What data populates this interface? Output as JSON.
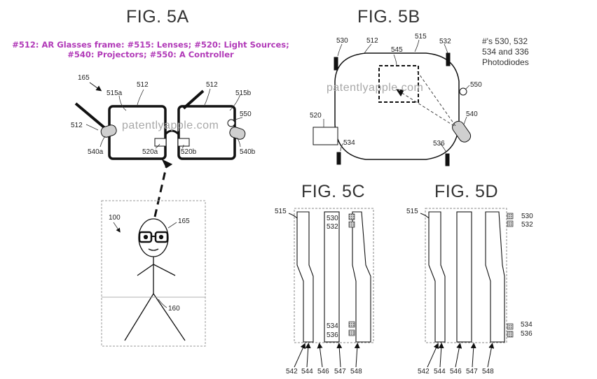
{
  "figures": {
    "fig5a": {
      "title": "FIG. 5A",
      "caption_line1": "#512: AR Glasses frame: #515: Lenses; #520: Light Sources;",
      "caption_line2": "#540: Projectors; #550: A Controller",
      "labels": [
        "165",
        "512",
        "515a",
        "512",
        "515b",
        "550",
        "512",
        "540a",
        "520a",
        "520b",
        "540b",
        "100",
        "165",
        "160"
      ],
      "watermark": "patentlyapple.com"
    },
    "fig5b": {
      "title": "FIG. 5B",
      "note_line1": "#'s 530, 532",
      "note_line2": "534 and 336",
      "note_line3": "Photodiodes",
      "labels": [
        "530",
        "512",
        "515",
        "532",
        "545",
        "550",
        "520",
        "540",
        "534",
        "536"
      ],
      "watermark": "patentlyapple.com"
    },
    "fig5c": {
      "title": "FIG. 5C",
      "labels": [
        "515",
        "530",
        "532",
        "534",
        "536",
        "542",
        "544",
        "546",
        "547",
        "548"
      ]
    },
    "fig5d": {
      "title": "FIG. 5D",
      "labels": [
        "515",
        "530",
        "532",
        "534",
        "536",
        "542",
        "544",
        "546",
        "547",
        "548"
      ]
    }
  },
  "colors": {
    "caption": "#b13ab8",
    "ink": "#222222",
    "watermark": "#a8a8a8",
    "dash": "#888888"
  }
}
